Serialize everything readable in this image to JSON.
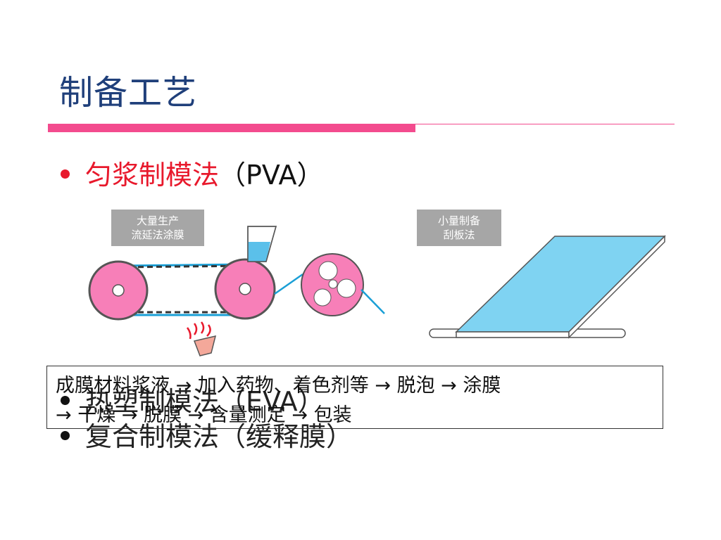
{
  "slide": {
    "title": "制备工艺",
    "bullets": [
      {
        "label": "匀浆制模法",
        "paren": "（PVA）"
      },
      {
        "label": "热塑制模法",
        "paren": "（EVA）"
      },
      {
        "label": "复合制模法",
        "paren": "（缓释膜）"
      }
    ]
  },
  "diagram": {
    "left_label": [
      "大量生产",
      "流延法涂膜"
    ],
    "right_label": [
      "小量制备",
      "刮板法"
    ]
  },
  "process_box": {
    "line1": "成膜材料浆液 → 加入药物、着色剂等 → 脱泡 → 涂膜",
    "line2": "→ 干燥 → 脱膜 → 含量测定 → 包装"
  },
  "colors": {
    "title": "#1f3f7a",
    "accent_bar": "#f34b8e",
    "bullet_red": "#e8192c",
    "roller_pink": "#f77fb8",
    "film_blue": "#7fd3f2",
    "label_gray": "#a6a6a6"
  }
}
